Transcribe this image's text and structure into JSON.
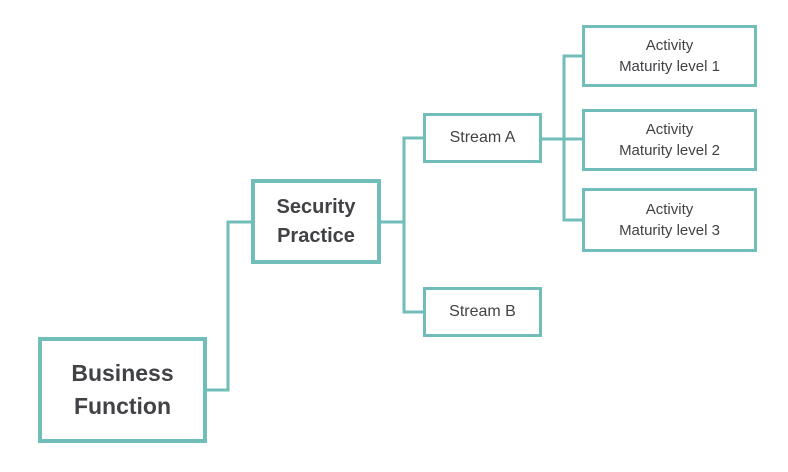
{
  "diagram": {
    "type": "hierarchy",
    "colors": {
      "accent": "#70bdb9",
      "text": "#404245",
      "background": "#ffffff"
    },
    "nodes": {
      "business_function": {
        "label": "Business\nFunction"
      },
      "security_practice": {
        "label": "Security\nPractice"
      },
      "stream_a": {
        "label": "Stream A"
      },
      "stream_b": {
        "label": "Stream B"
      },
      "activity_1": {
        "label": "Activity\nMaturity level 1"
      },
      "activity_2": {
        "label": "Activity\nMaturity level 2"
      },
      "activity_3": {
        "label": "Activity\nMaturity level 3"
      }
    },
    "edges": [
      {
        "from": "business_function",
        "to": "security_practice"
      },
      {
        "from": "security_practice",
        "to": "stream_a"
      },
      {
        "from": "security_practice",
        "to": "stream_b"
      },
      {
        "from": "stream_a",
        "to": "activity_1"
      },
      {
        "from": "stream_a",
        "to": "activity_2"
      },
      {
        "from": "stream_a",
        "to": "activity_3"
      }
    ]
  }
}
